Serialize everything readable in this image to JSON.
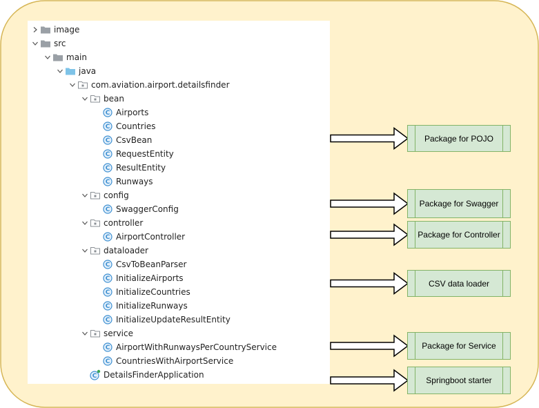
{
  "tree": {
    "items": [
      {
        "label": "image",
        "depth": 0,
        "chevron": "right",
        "icon": "folder-icon"
      },
      {
        "label": "src",
        "depth": 0,
        "chevron": "down",
        "icon": "folder-icon"
      },
      {
        "label": "main",
        "depth": 1,
        "chevron": "down",
        "icon": "folder-icon"
      },
      {
        "label": "java",
        "depth": 2,
        "chevron": "down",
        "icon": "source-folder-icon"
      },
      {
        "label": "com.aviation.airport.detailsfinder",
        "depth": 3,
        "chevron": "down",
        "icon": "package-icon"
      },
      {
        "label": "bean",
        "depth": 4,
        "chevron": "down",
        "icon": "package-icon"
      },
      {
        "label": "Airports",
        "depth": 5,
        "chevron": "none",
        "icon": "class-icon"
      },
      {
        "label": "Countries",
        "depth": 5,
        "chevron": "none",
        "icon": "class-icon"
      },
      {
        "label": "CsvBean",
        "depth": 5,
        "chevron": "none",
        "icon": "class-icon"
      },
      {
        "label": "RequestEntity",
        "depth": 5,
        "chevron": "none",
        "icon": "class-icon"
      },
      {
        "label": "ResultEntity",
        "depth": 5,
        "chevron": "none",
        "icon": "class-icon"
      },
      {
        "label": "Runways",
        "depth": 5,
        "chevron": "none",
        "icon": "class-icon"
      },
      {
        "label": "config",
        "depth": 4,
        "chevron": "down",
        "icon": "package-icon"
      },
      {
        "label": "SwaggerConfig",
        "depth": 5,
        "chevron": "none",
        "icon": "class-icon"
      },
      {
        "label": "controller",
        "depth": 4,
        "chevron": "down",
        "icon": "package-icon"
      },
      {
        "label": "AirportController",
        "depth": 5,
        "chevron": "none",
        "icon": "class-icon"
      },
      {
        "label": "dataloader",
        "depth": 4,
        "chevron": "down",
        "icon": "package-icon"
      },
      {
        "label": "CsvToBeanParser",
        "depth": 5,
        "chevron": "none",
        "icon": "class-icon"
      },
      {
        "label": "InitializeAirports",
        "depth": 5,
        "chevron": "none",
        "icon": "class-icon"
      },
      {
        "label": "InitializeCountries",
        "depth": 5,
        "chevron": "none",
        "icon": "class-icon"
      },
      {
        "label": "InitializeRunways",
        "depth": 5,
        "chevron": "none",
        "icon": "class-icon"
      },
      {
        "label": "InitializeUpdateResultEntity",
        "depth": 5,
        "chevron": "none",
        "icon": "class-icon"
      },
      {
        "label": "service",
        "depth": 4,
        "chevron": "down",
        "icon": "package-icon"
      },
      {
        "label": "AirportWithRunwaysPerCountryService",
        "depth": 5,
        "chevron": "none",
        "icon": "class-icon"
      },
      {
        "label": "CountriesWithAirportService",
        "depth": 5,
        "chevron": "none",
        "icon": "class-icon"
      },
      {
        "label": "DetailsFinderApplication",
        "depth": 4,
        "chevron": "none",
        "icon": "spring-boot-class-icon"
      }
    ]
  },
  "callouts": [
    {
      "label": "Package for POJO",
      "target": "bean"
    },
    {
      "label": "Package for Swagger",
      "target": "config"
    },
    {
      "label": "Package for Controller",
      "target": "controller"
    },
    {
      "label": "CSV data loader",
      "target": "dataloader"
    },
    {
      "label": "Package for Service",
      "target": "service"
    },
    {
      "label": "Springboot starter",
      "target": "DetailsFinderApplication"
    }
  ],
  "colors": {
    "background_panel": "#fff2cc",
    "background_border": "#d6b656",
    "callout_fill": "#d5e8d4",
    "callout_border": "#82b366",
    "class_icon": "#3d8fd1",
    "folder": "#9aa0a6",
    "source_folder": "#7ec3e8"
  }
}
